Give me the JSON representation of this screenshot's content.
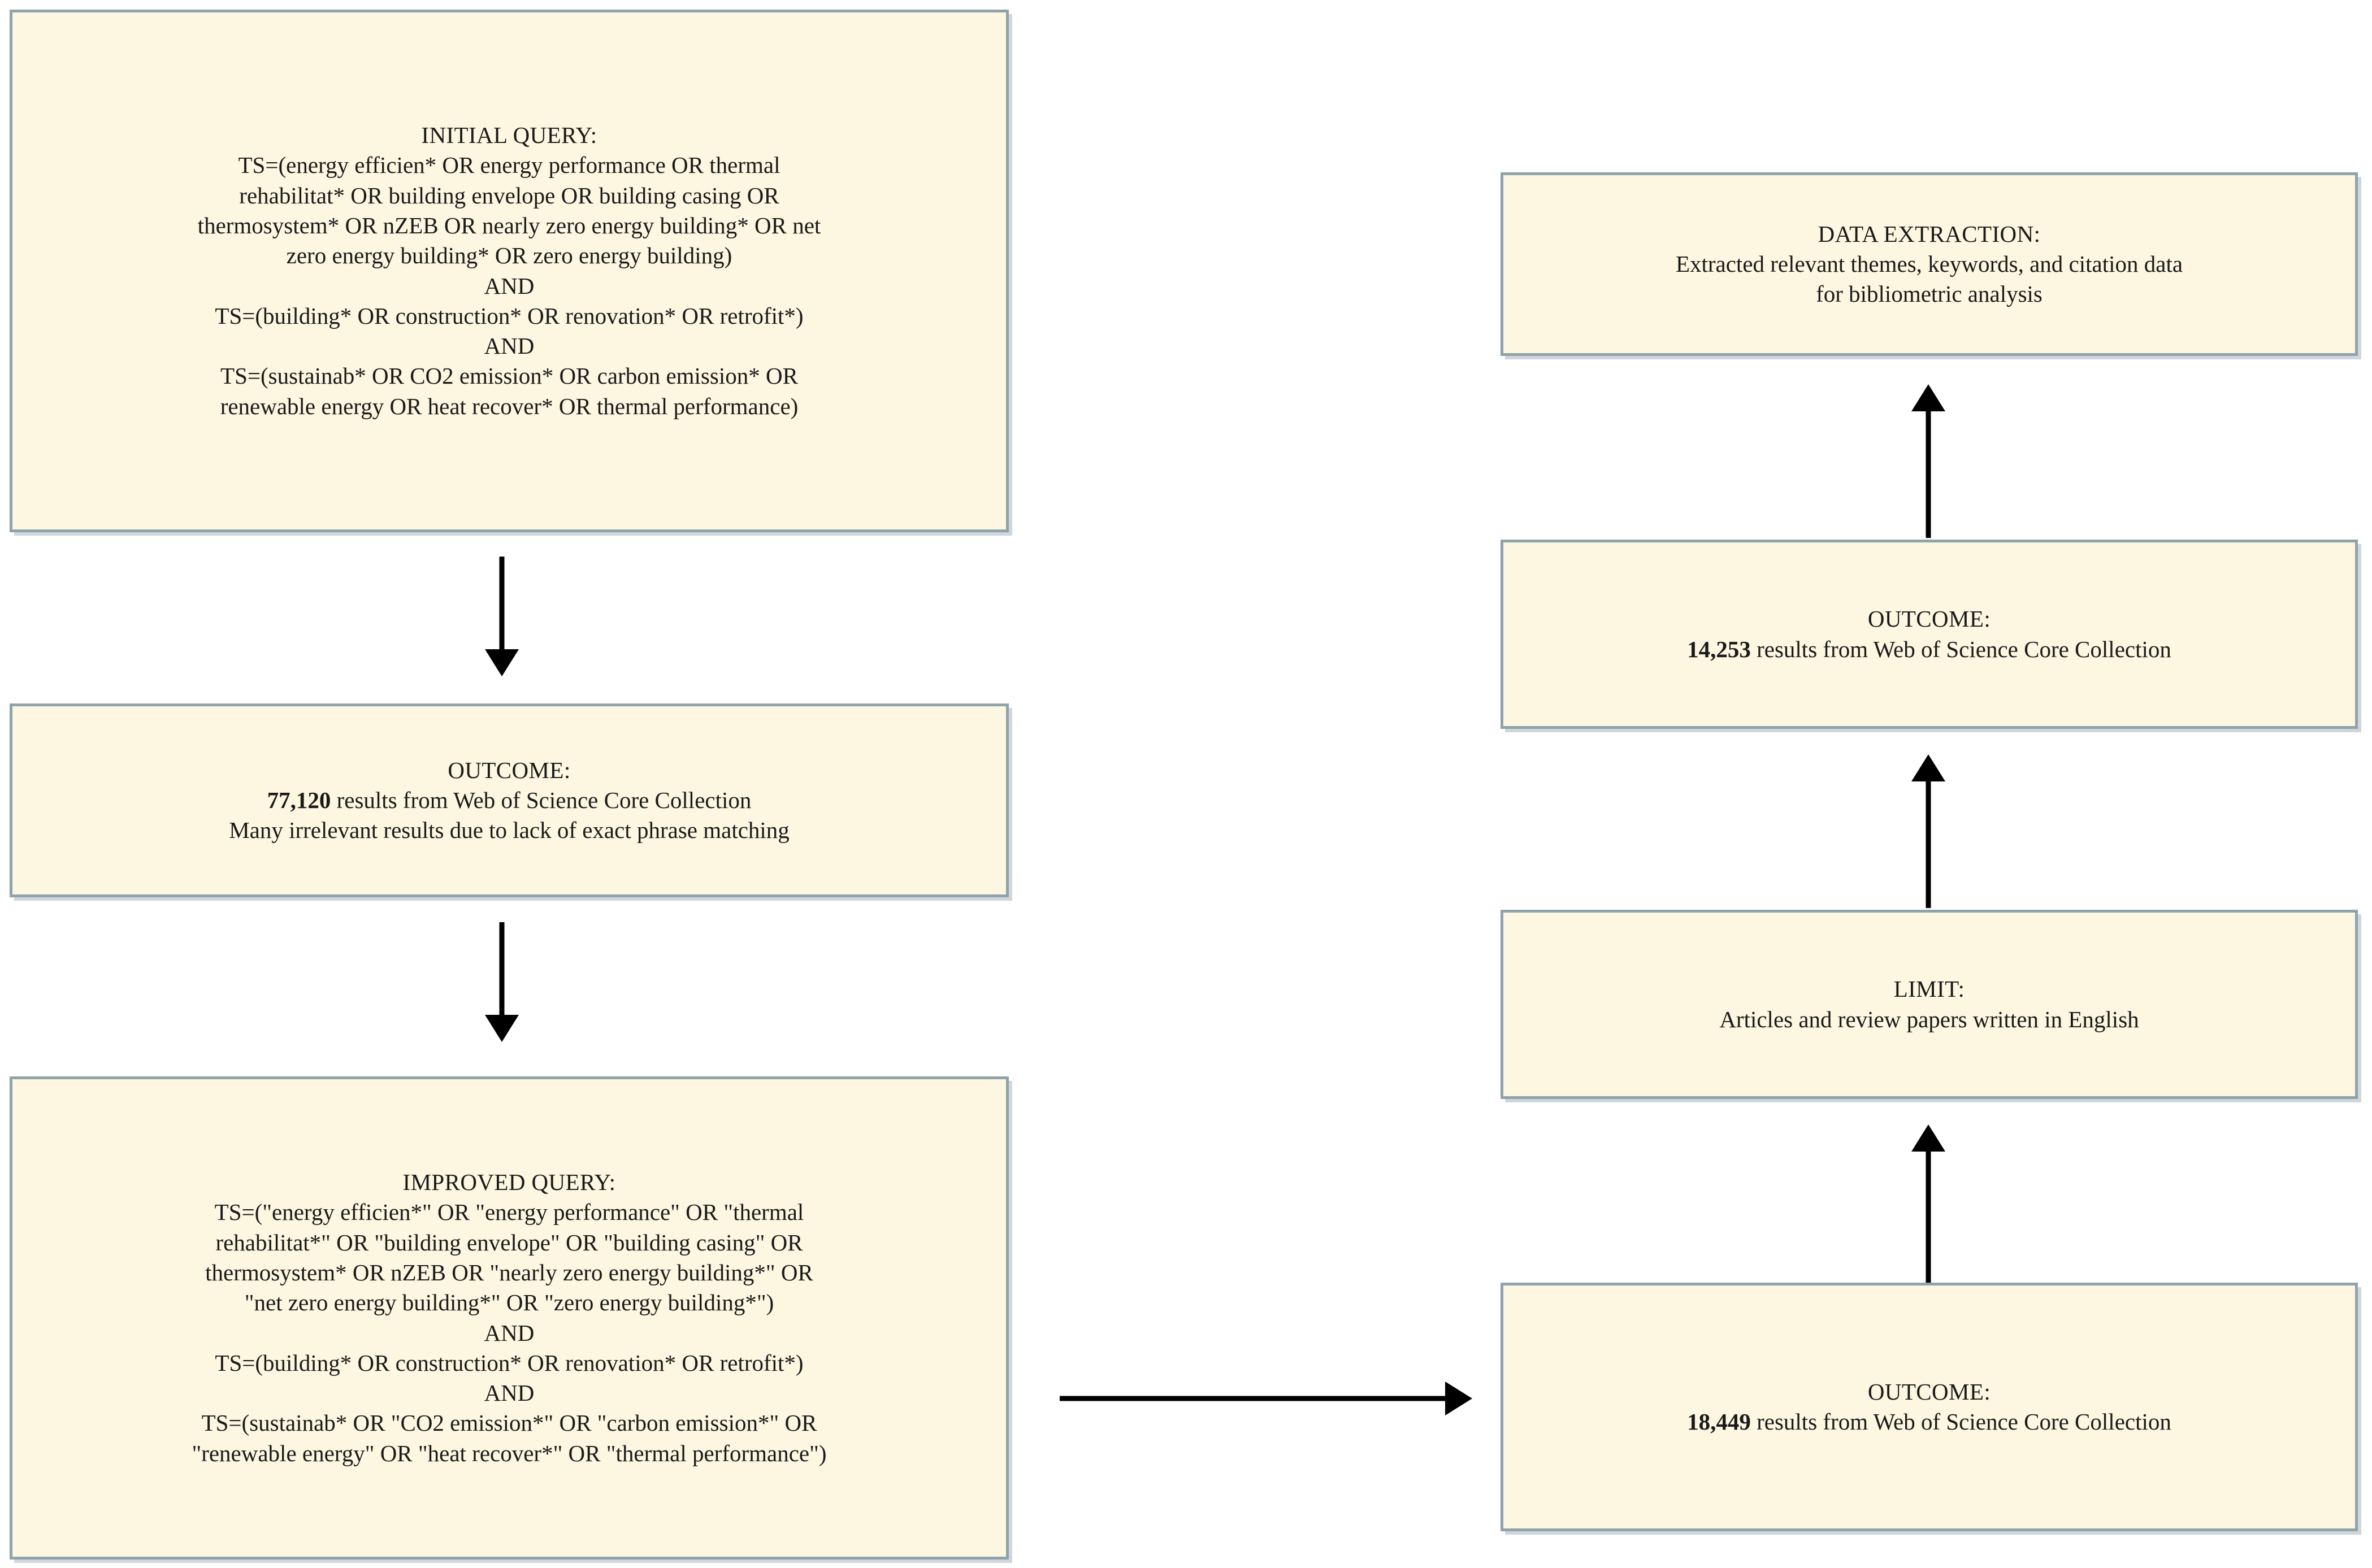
{
  "diagram": {
    "type": "flowchart",
    "background_color": "#FFFFFF",
    "node_fill_color": "#FDF6E0",
    "node_border_color": "#8FA3AD",
    "arrow_color": "#000000"
  },
  "nodes": {
    "initial_query": {
      "title": "INITIAL QUERY:",
      "lines": [
        "TS=(energy efficien* OR energy performance OR thermal",
        "rehabilitat* OR building envelope OR building casing OR",
        "thermosystem* OR nZEB OR nearly zero energy building* OR net",
        "zero energy building* OR zero energy building)",
        "AND",
        "TS=(building* OR construction* OR renovation* OR retrofit*)",
        "AND",
        "TS=(sustainab* OR CO2 emission* OR carbon emission* OR",
        "renewable energy OR heat recover* OR thermal performance)"
      ]
    },
    "outcome_initial": {
      "title": "OUTCOME:",
      "count": "77,120",
      "count_suffix": " results from Web of Science Core Collection",
      "note": "Many irrelevant results due to lack of exact phrase matching"
    },
    "improved_query": {
      "title": "IMPROVED QUERY:",
      "lines": [
        "TS=(\"energy efficien*\" OR \"energy performance\" OR \"thermal",
        "rehabilitat*\" OR \"building envelope\" OR \"building casing\" OR",
        "thermosystem* OR nZEB OR \"nearly zero energy building*\" OR",
        "\"net zero energy building*\" OR \"zero energy building*\")",
        "AND",
        "TS=(building* OR construction* OR renovation* OR retrofit*)",
        "AND",
        "TS=(sustainab* OR \"CO2 emission*\" OR \"carbon emission*\" OR",
        "\"renewable energy\" OR \"heat recover*\" OR \"thermal performance\")"
      ]
    },
    "outcome_improved": {
      "title": "OUTCOME:",
      "count": "18,449",
      "count_suffix": " results from Web of Science Core Collection"
    },
    "limit": {
      "title": "LIMIT:",
      "line": "Articles and review papers written in English"
    },
    "outcome_limited": {
      "title": "OUTCOME:",
      "count": "14,253",
      "count_suffix": " results from Web of Science Core Collection"
    },
    "data_extraction": {
      "title": "DATA EXTRACTION:",
      "lines": [
        "Extracted relevant themes, keywords, and citation data",
        "for bibliometric analysis"
      ]
    }
  },
  "connectors": [
    {
      "name": "initial-query-to-outcome",
      "direction": "down"
    },
    {
      "name": "outcome-to-improved-query",
      "direction": "down"
    },
    {
      "name": "improved-query-to-outcome",
      "direction": "right"
    },
    {
      "name": "outcome-to-limit",
      "direction": "up"
    },
    {
      "name": "limit-to-outcome-limited",
      "direction": "up"
    },
    {
      "name": "outcome-limited-to-data-extraction",
      "direction": "up"
    }
  ]
}
